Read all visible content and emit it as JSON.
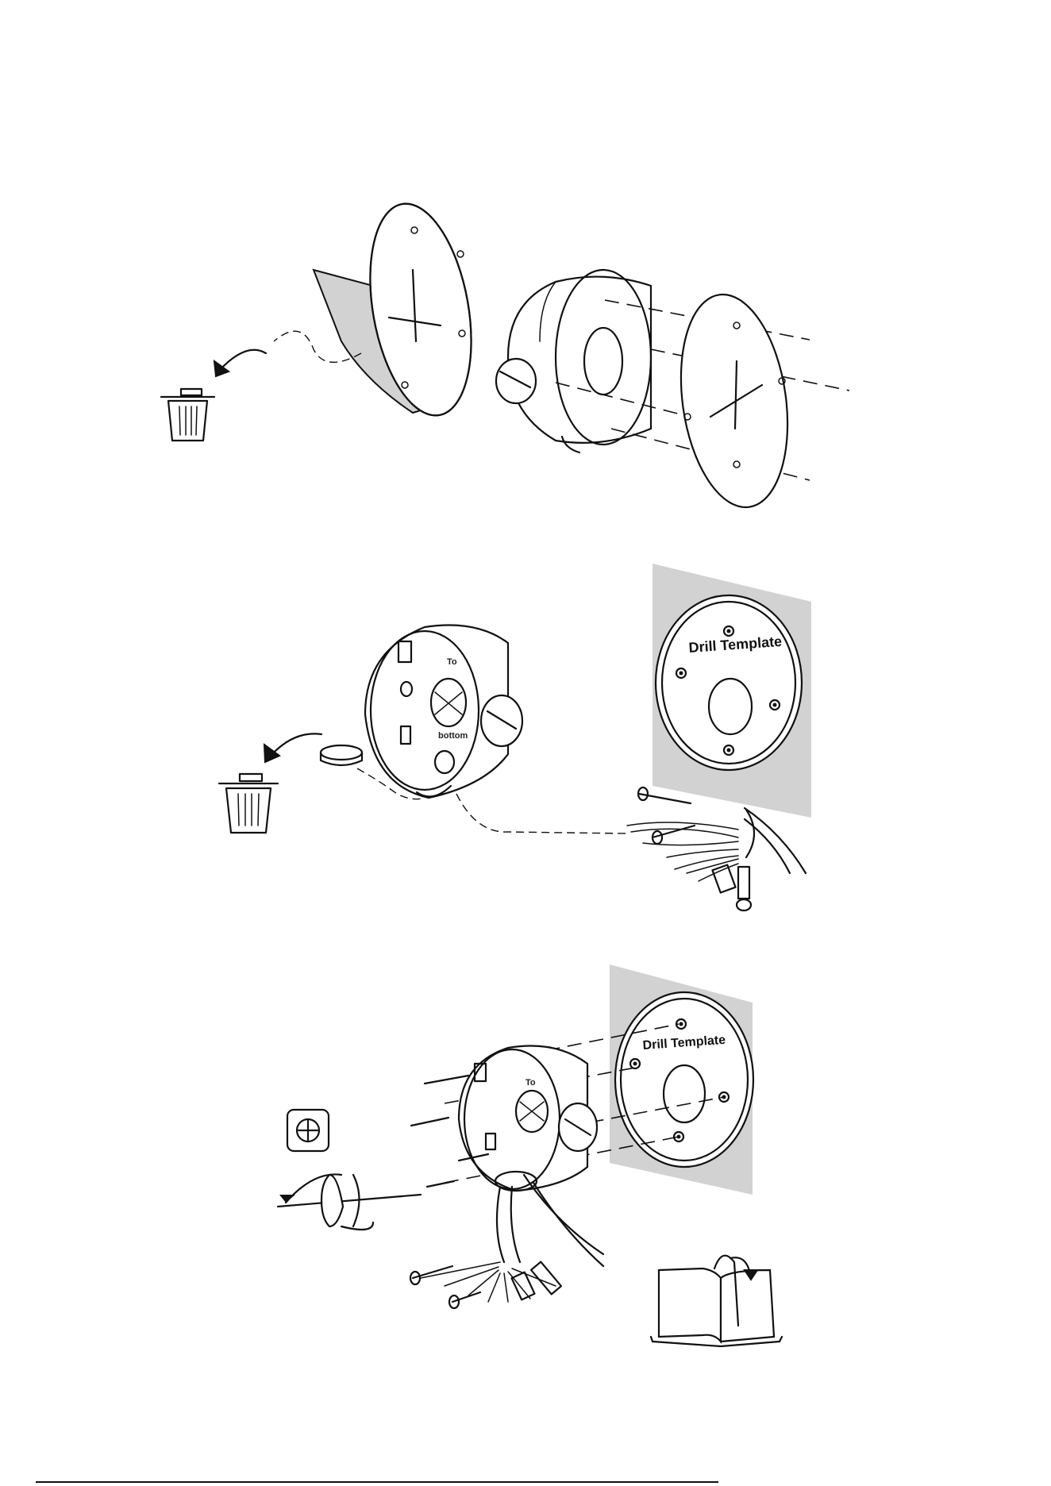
{
  "steps": [
    {
      "template_label": ""
    },
    {
      "template_label": "Drill Template",
      "box_label_top": "To",
      "box_label_bottom": "bottom"
    },
    {
      "template_label": "Drill Template",
      "box_label_top": "To"
    }
  ],
  "icons": [
    "trash-icon",
    "curved-arrow-icon",
    "phillips-screwdriver-icon",
    "screwdriver-icon",
    "manual-book-icon",
    "screw-icon",
    "cable-bundle-icon"
  ],
  "colors": {
    "template_background": "#d2d2d2",
    "line": "#111111"
  }
}
